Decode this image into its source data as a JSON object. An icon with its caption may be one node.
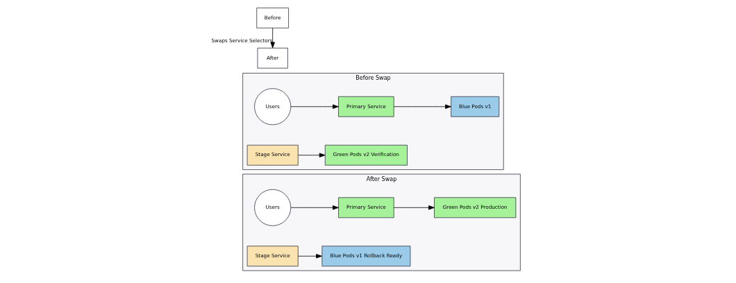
{
  "diagram": {
    "nodes": [
      {
        "text": [
          "After Swap"
        ]
      },
      {
        "text": [
          "Users"
        ],
        "in": 0
      },
      {
        "text": [
          "Primary Service"
        ],
        "in": 0
      },
      {
        "text": [
          "Green Pods v2 Production"
        ],
        "in": 0
      },
      {
        "text": [
          "Stage Service"
        ],
        "in": 0
      },
      {
        "text": [
          "Blue Pods v1 Rollback Ready"
        ],
        "in": 0
      },
      {
        "text": [
          "Before Swap"
        ]
      },
      {
        "text": [
          "Users"
        ],
        "in": 6
      },
      {
        "text": [
          "Primary Service"
        ],
        "in": 6
      },
      {
        "text": [
          "Blue Pods v1"
        ],
        "in": 6
      },
      {
        "text": [
          "Stage Service"
        ],
        "in": 6
      },
      {
        "text": [
          "Green Pods v2 Verification"
        ],
        "in": 6
      },
      {
        "text": [
          "Before"
        ]
      },
      {
        "text": [
          "After"
        ]
      }
    ],
    "edges": [
      {
        "from": 1,
        "to": 2,
        "arrow": "to"
      },
      {
        "from": 2,
        "to": 3,
        "arrow": "to"
      },
      {
        "from": 4,
        "to": 5,
        "arrow": "to"
      },
      {
        "from": 7,
        "to": 8,
        "arrow": "to"
      },
      {
        "from": 8,
        "to": 9,
        "arrow": "to"
      },
      {
        "from": 10,
        "to": 11,
        "arrow": "to"
      },
      {
        "from": 12,
        "to": 13,
        "label": "Swaps Service Selectors",
        "arrow": "to"
      }
    ]
  }
}
